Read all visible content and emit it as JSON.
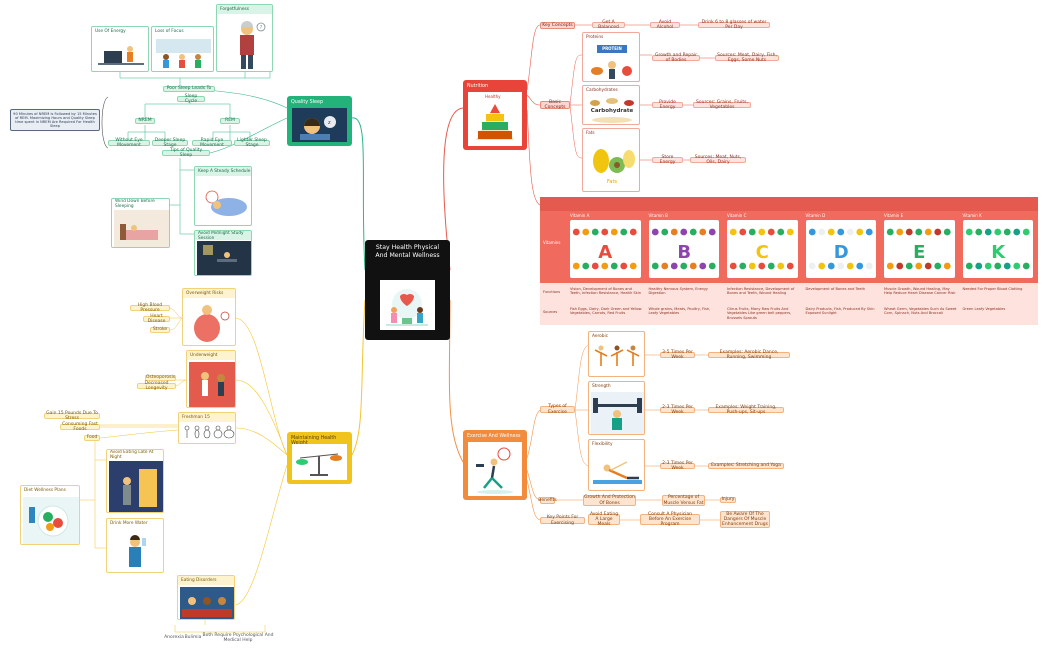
{
  "center": {
    "title": "Stay Health Physical And Mental Wellness"
  },
  "sleep": {
    "hub": "Quality Sleep",
    "card_useofenergy": "Use Of Energy",
    "card_lossfocus": "Loss of Focus",
    "card_forgetfulness": "Forgetfulness",
    "poor_sleep": "Poor Sleep Leads To",
    "sleep_cycle": "Sleep Cycle",
    "nrem": "NREM",
    "rem": "REM",
    "nrem_a": "Without Eye Movement",
    "nrem_b": "Deeper Sleep Stage",
    "rem_a": "Rapid Eye Movement",
    "rem_b": "Lighter Sleep Stage",
    "note": "90 Minutes of NREM is Followed by 15 Minutes of REM. Maximizing Hours and Quality Sleep time spent in NREM Are Required For Health Sleep",
    "tips": "Tips of Quality Sleep",
    "tip1": "Keep A Steady Schedule",
    "tip2": "Wind Down Before Sleeping",
    "tip3": "Avoid Midnight Study Session"
  },
  "weight": {
    "hub": "Maintaining Health Weight",
    "overweight": "Overweight Risks",
    "ow1": "High Blood Pressure",
    "ow2": "Heart Disease",
    "ow3": "Stroke",
    "underweight": "Underweight",
    "uw1": "Osteoporosis",
    "uw2": "Decreased Longevity",
    "freshman": "Freshman 15",
    "f1": "Gain 15 Pounds Due To Stress",
    "f2": "Consuming Fast Foods",
    "f3": "Food",
    "f4": "Avoid Eating Late At Night",
    "f5": "Drink More Water",
    "diet_plans": "Diet Wellness Plans",
    "eating_disorders": "Eating Disorders",
    "e1": "Anorexia",
    "e2": "Bulimia",
    "e3": "Both Require Psychological And Medical Help"
  },
  "nutrition": {
    "hub": "Nutrition",
    "key_concepts": "Key Concepts",
    "kc1": "Get A Balanced",
    "kc2": "Avoid Alcohol",
    "kc3": "Drink 6 to 8 glasses of water Per Day",
    "basic": "Basic Concepts",
    "proteins": "Proteins",
    "p_fn": "Growth and Repair of Bodies",
    "p_src": "Sources: Meat, Dairy, Fish, Eggs, Some Nuts",
    "carbs": "Carbohydrates",
    "c_fn": "Provide Energy",
    "c_src": "Sources: Grains, Fruits, Vegetables",
    "fats": "Fats",
    "fat_fn": "Store Energy",
    "fat_src": "Sources: Meat, Nuts, Oils, Dairy",
    "protein_label": "PROTEIN",
    "carb_label": "Carbohydrate",
    "fats_label": "Fats",
    "pyramid_label": "Healthy"
  },
  "vitamins": {
    "row_label": "Vitamins",
    "functions_label": "Functions",
    "sources_label": "Sources",
    "cols": [
      {
        "name": "Vitamin A",
        "fn": "Vision, Development of Bones and Teeth, Infection Resistance, Health Skin",
        "src": "Fish Eggs, Dairy, Dark Green and Yellow Vegetables, Carrots, Red Fruits"
      },
      {
        "name": "Vitamin B",
        "fn": "Healthy Nervous System, Energy Digestion",
        "src": "Whole grains, Meats, Poultry, Fish, Leafy Vegetables"
      },
      {
        "name": "Vitamin C",
        "fn": "Infection Resistance, Development of Bones and Teeth, Wound Healing",
        "src": "Citrus Fruits, Many Raw Fruits And Vegetables Like green bell peppers, Brussels Sprouts"
      },
      {
        "name": "Vitamin D",
        "fn": "Development of Bones and Teeth",
        "src": "Dairy Products, Fish, Produced By Skin Exposed Sunlight"
      },
      {
        "name": "Vitamin E",
        "fn": "Muscle Growth, Wound Healing, May Help Reduce Heart Disease Cancer Risk",
        "src": "Wheat Germ, Vegetables Such As Sweet Corn, Spinach, Nuts And Broccoli"
      },
      {
        "name": "Vitamin K",
        "fn": "Needed For Proper Blood Clotting",
        "src": "Green Leafy Vegetables"
      }
    ]
  },
  "exercise": {
    "hub": "Exercise And Wellness",
    "types": "Types of Exercise",
    "aerobic": "Aerobic",
    "aerobic_freq": "3-5 Times Per Week",
    "aerobic_ex": "Examples: Aerobic Dance, Running, Swimming",
    "strength": "Strength",
    "strength_freq": "2-3 Times Per Week",
    "strength_ex": "Examples: Weight Training, Push-ups, Sit-ups",
    "flex": "Flexibility",
    "flex_freq": "2-3 Times Per Week",
    "flex_ex": "Examples: Stretching and Yoga",
    "benefits": "Benefits",
    "b1": "Growth And Protection Of Bones",
    "b2": "Percentage of Muscle Versus Fat",
    "b3": "Injury",
    "keypoints": "Key Points For Exercising",
    "k1": "Avoid Eating A Large Meals",
    "k2": "Consult A Physician Before An Exercise Program",
    "k3": "Be Aware Of The Dangers Of Muscle Enhancement Drugs"
  },
  "colors": {
    "nutrition": "#e8443a",
    "sleep": "#23b27a",
    "weight": "#f0c41c",
    "exercise": "#f28b3b",
    "wire_red": "#e8594d",
    "wire_green": "#2fb784",
    "wire_yellow": "#f2c631",
    "wire_orange": "#f29248"
  }
}
